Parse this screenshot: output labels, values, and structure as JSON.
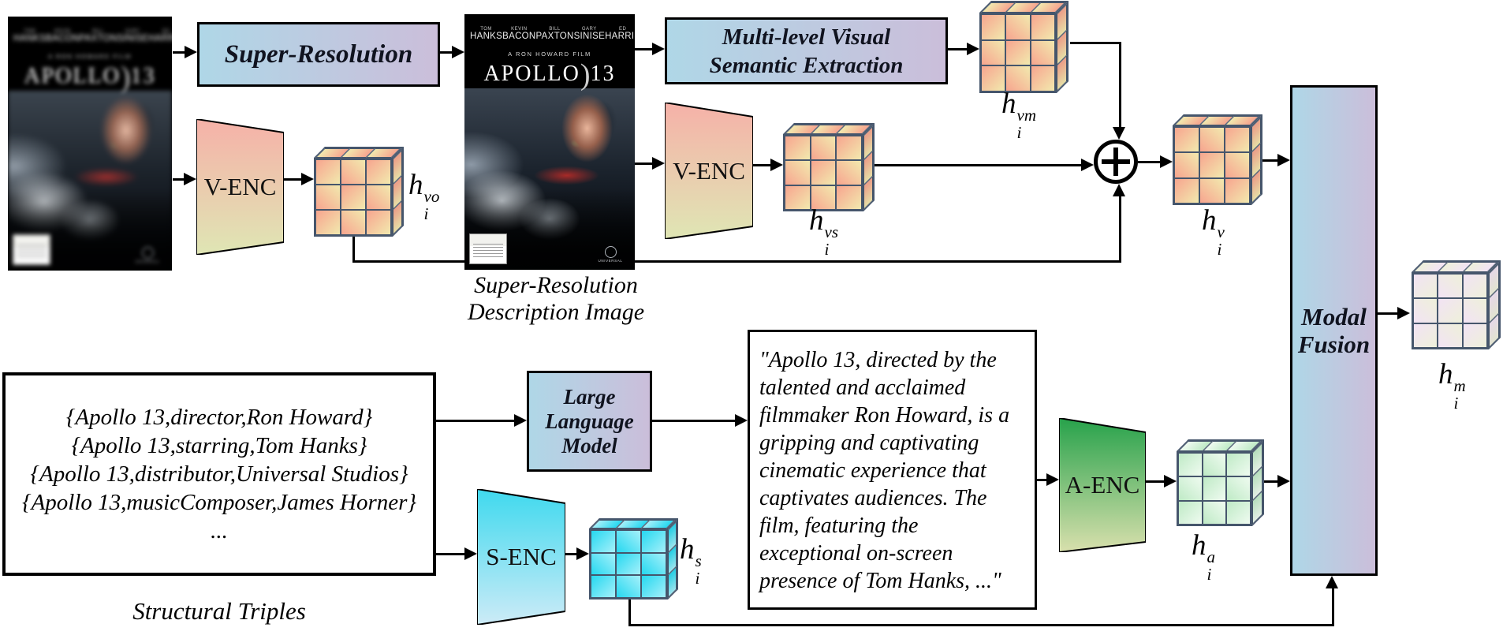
{
  "posters": {
    "cast": [
      {
        "first": "TOM",
        "last": "HANKS"
      },
      {
        "first": "KEVIN",
        "last": "BACON"
      },
      {
        "first": "BILL",
        "last": "PAXTON"
      },
      {
        "first": "GARY",
        "last": "SINISE"
      },
      {
        "first": "ED",
        "last": "HARRIS"
      }
    ],
    "credit": "A RON HOWARD FILM",
    "title_main": "APOLLO",
    "title_swoosh": ")",
    "title_number": "13",
    "studio": "UNIVERSAL"
  },
  "blocks": {
    "super_resolution": "Super-Resolution",
    "mvse": [
      "Multi-level Visual",
      "Semantic Extraction"
    ],
    "llm": [
      "Large",
      "Language",
      "Model"
    ],
    "modal_fusion": [
      "Modal",
      "Fusion"
    ]
  },
  "encoders": {
    "v1": "V-ENC",
    "v2": "V-ENC",
    "s": "S-ENC",
    "a": "A-ENC"
  },
  "tensors": {
    "vo": {
      "base": "h",
      "sup": "vo",
      "sub": "i"
    },
    "vs": {
      "base": "h",
      "sup": "vs",
      "sub": "i"
    },
    "vm": {
      "base": "h",
      "sup": "vm",
      "sub": "i"
    },
    "v": {
      "base": "h",
      "sup": "v",
      "sub": "i"
    },
    "s": {
      "base": "h",
      "sup": "s",
      "sub": "i"
    },
    "a": {
      "base": "h",
      "sup": "a",
      "sub": "i"
    },
    "m": {
      "base": "h",
      "sup": "m",
      "sub": "i"
    }
  },
  "triples": {
    "lines": [
      "{Apollo 13,director,Ron Howard}",
      "{Apollo 13,starring,Tom Hanks}",
      "{Apollo 13,distributor,Universal Studios}",
      "{Apollo 13,musicComposer,James Horner}",
      "..."
    ],
    "caption": "Structural Triples"
  },
  "description": {
    "lines": [
      "\"Apollo 13, directed by the",
      "talented and acclaimed",
      "filmmaker Ron Howard, is a",
      "gripping and captivating",
      "cinematic experience that",
      "captivates audiences. The",
      "film, featuring the",
      "exceptional on-screen",
      "presence of Tom Hanks, ...\""
    ]
  },
  "captions": {
    "sr_image": [
      "Super-Resolution",
      "Description Image"
    ]
  },
  "colors": {
    "box_gradient_left": "#afd7e7",
    "box_gradient_right": "#cbbeda",
    "cube_border": "#46566c",
    "cube_visual_1": "#f7a58f",
    "cube_visual_2": "#f2e9ae",
    "cube_structural_1": "#26d8f0",
    "cube_structural_2": "#a5f0fa",
    "cube_attribute_1": "#bfeac6",
    "cube_attribute_2": "#effbf0",
    "cube_fused_1": "#f2e3f4",
    "cube_fused_2": "#eef0da",
    "venc_top": "#f6b1a8",
    "venc_bottom": "#dfe6b4",
    "senc_top": "#3fd9ee",
    "senc_bottom": "#cdebf7",
    "aenc_top": "#27a24b",
    "aenc_bottom": "#d9e0ad"
  }
}
